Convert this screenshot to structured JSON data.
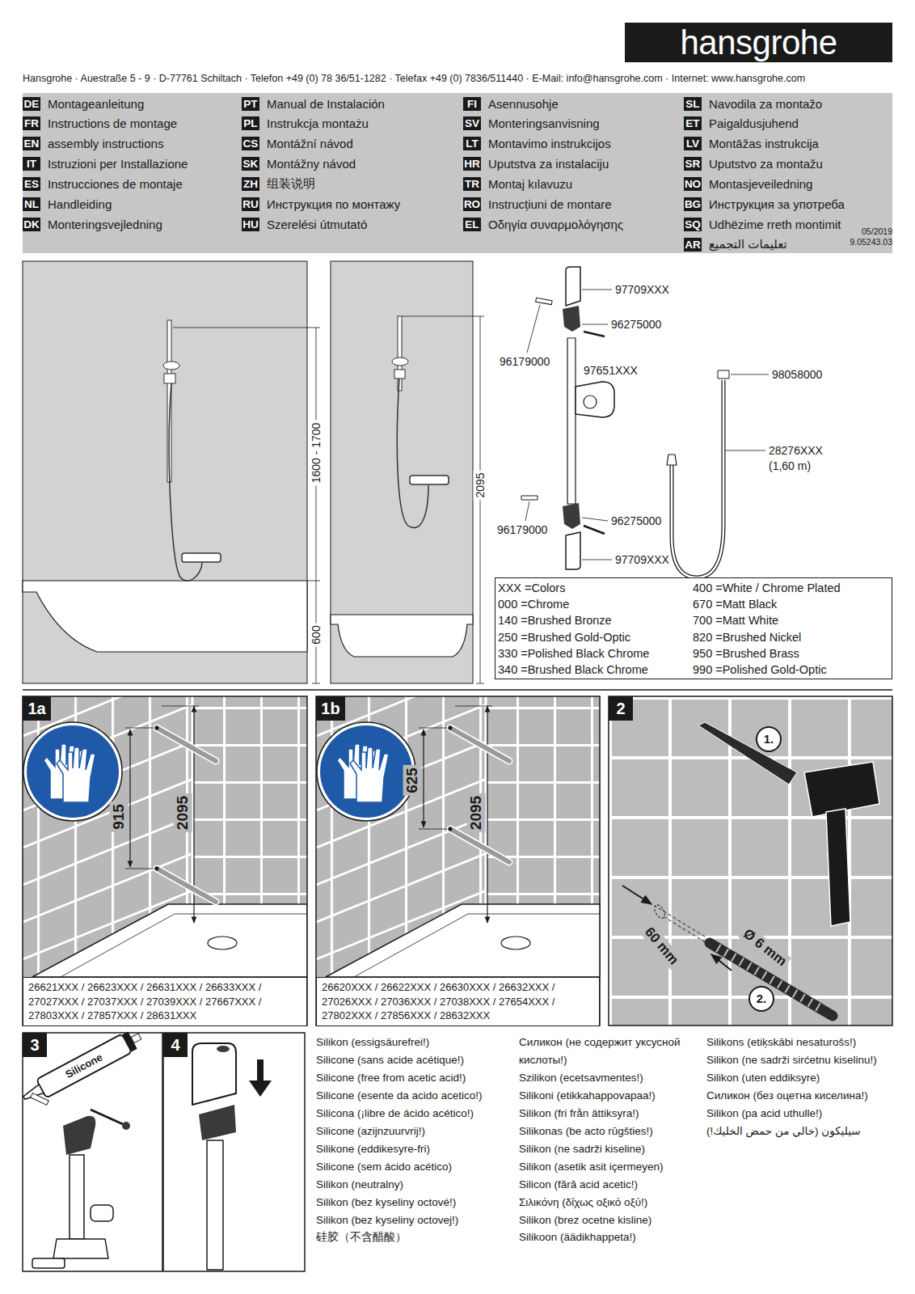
{
  "diagram": {
    "nodes": [
      {
        "text": [
          "hansgrohe"
        ]
      },
      {
        "text": [
          "DE",
          "Montageanleitung"
        ]
      },
      {
        "text": [
          "PT",
          "Manual de Instalación"
        ]
      },
      {
        "text": [
          "FI",
          "Asennusohje"
        ]
      },
      {
        "text": [
          "SL",
          "Navodila za montažo"
        ]
      },
      {
        "text": [
          "FR",
          "Instructions de montage"
        ]
      },
      {
        "text": [
          "PL",
          "Instrukcja montażu"
        ]
      },
      {
        "text": [
          "SV",
          "Monteringsanvisning"
        ]
      },
      {
        "text": [
          "ET",
          "Paigaldusjuhend"
        ]
      },
      {
        "text": [
          "EN",
          "assembly instructions"
        ]
      },
      {
        "text": [
          "CS",
          "Montážní návod"
        ]
      },
      {
        "text": [
          "LT",
          "Montavimo instrukcijos"
        ]
      },
      {
        "text": [
          "LV",
          "Montāžas instrukcija"
        ]
      },
      {
        "text": [
          "IT",
          "Istruzioni per Installazione"
        ]
      },
      {
        "text": [
          "SK",
          "Montážny návod"
        ]
      },
      {
        "text": [
          "HR",
          "Uputstva za instalaciju"
        ]
      },
      {
        "text": [
          "SR",
          "Uputstvo za montažu"
        ]
      },
      {
        "text": [
          "ES",
          "Instrucciones de montaje"
        ]
      },
      {
        "text": [
          "ZH",
          "组装说明"
        ]
      },
      {
        "text": [
          "TR",
          "Montaj kılavuzu"
        ]
      },
      {
        "text": [
          "NO",
          "Montasjeveiledning"
        ]
      },
      {
        "text": [
          "NL",
          "Handleiding"
        ]
      },
      {
        "text": [
          "RU",
          "Инструкция по монтажу"
        ]
      },
      {
        "text": [
          "RO",
          "Instrucțiuni de montare"
        ]
      },
      {
        "text": [
          "BG",
          "Инструкция за употреба"
        ]
      },
      {
        "text": [
          "DK",
          "Monteringsvejledning"
        ]
      },
      {
        "text": [
          "HU",
          "Szerelési útmutató"
        ]
      },
      {
        "text": [
          "EL",
          "Οδηγία συναρμολόγησης"
        ]
      },
      {
        "text": [
          "SQ",
          "Udhëzime rreth montimit"
        ]
      },
      {
        "text": [
          "AR",
          "تعليمات التجميع"
        ]
      },
      {
        "text": [
          "XXX =Colors",
          "000 =Chrome",
          "140 =Brushed Bronze",
          "250 =Brushed Gold-Optic",
          "330 =Polished Black Chrome",
          "340 =Brushed Black Chrome",
          "400 =White / Chrome Plated",
          "670 =Matt Black",
          "700 =Matt White",
          "820 =Brushed Nickel",
          "950 =Brushed Brass",
          "990 =Polished Gold-Optic"
        ]
      },
      {
        "text": [
          "1a"
        ]
      },
      {
        "text": [
          "26621XXX / 26623XXX / 26631XXX / 26633XXX / 27027XXX / 27037XXX / 27039XXX / 27667XXX / 27803XXX / 27857XXX / 28631XXX"
        ]
      },
      {
        "text": [
          "1b"
        ]
      },
      {
        "text": [
          "26620XXX / 26622XXX / 26630XXX / 26632XXX / 27026XXX / 27036XXX / 27038XXX / 27654XXX / 27802XXX / 27856XXX / 28632XXX"
        ]
      },
      {
        "text": [
          "2"
        ]
      },
      {
        "text": [
          "1."
        ]
      },
      {
        "text": [
          "2."
        ]
      },
      {
        "text": [
          "3"
        ]
      },
      {
        "text": [
          "4"
        ]
      }
    ],
    "labels": [
      "Hansgrohe · Auestraße 5 - 9 · D-77761 Schiltach · Telefon +49 (0) 78 36/51-1282 · Telefax +49 (0) 7836/511440 · E-Mail: info@hansgrohe.com · Internet: www.hansgrohe.com",
      "05/2019",
      "9.05243.03",
      "1600 - 1700",
      "600",
      "2095",
      "97709XXX",
      "96275000",
      "96179000",
      "97651XXX",
      "98058000",
      "28276XXX",
      "(1,60 m)",
      "96275000",
      "96179000",
      "97709XXX",
      "915",
      "2095",
      "625",
      "2095",
      "60 mm",
      "Ø 6 mm",
      "Silicone",
      "Silikon (essigsäurefrei!)",
      "Silicone (sans acide acétique!)",
      "Silicone (free from acetic acid!)",
      "Silicone (esente da acido acetico!)",
      "Silicona (¡libre de ácido acético!)",
      "Silicone (azijnzuurvrij!)",
      "Silikone (eddikesyre-fri)",
      "Silicone (sem ácido acético)",
      "Silikon (neutralny)",
      "Silikon (bez kyseliny octové!)",
      "Silikon (bez kyseliny octovej!)",
      "硅胶（不含醋酸）",
      "Силикон (не содержит уксусной кислоты!)",
      "Szilikon (ecetsavmentes!)",
      "Silikoni (etikkahappovapaa!)",
      "Silikon (fri från ättiksyra!)",
      "Silikonas (be acto rūgšties!)",
      "Silikon (ne sadrži kiseline)",
      "Silikon (asetik asit içermeyen)",
      "Silicon (fără acid acetic!)",
      "Σιλικόνη (δίχως οξικό οξύ!)",
      "Silikon (brez ocetne kisline)",
      "Silikoon (äädikhappeta!)",
      "Silikons (etiķskābi nesaturošs!)",
      "Silikon (ne sadrži sirćetnu kiselinu!)",
      "Silikon (uten eddiksyre)",
      "Силикон (без оцетна киселина!)",
      "Silikon (pa acid uthulle!)",
      "سيليكون (خالي من حمض الخليك!)"
    ]
  }
}
